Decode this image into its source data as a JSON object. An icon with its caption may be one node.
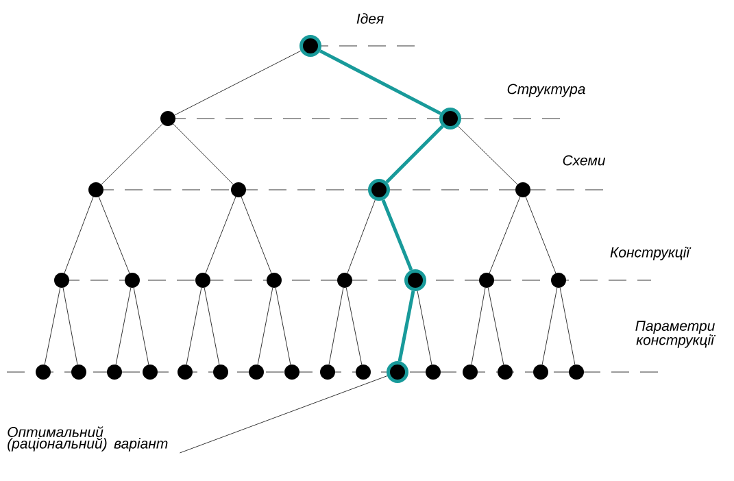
{
  "diagram": {
    "nodes": [
      {
        "text": [],
        "shape": "circle"
      },
      {
        "text": [],
        "shape": "circle"
      },
      {
        "text": [],
        "shape": "circle"
      },
      {
        "text": [],
        "shape": "circle"
      },
      {
        "text": [],
        "shape": "circle"
      },
      {
        "text": [],
        "shape": "circle"
      },
      {
        "text": [],
        "shape": "circle"
      },
      {
        "text": [],
        "shape": "circle"
      },
      {
        "text": [],
        "shape": "circle"
      },
      {
        "text": [],
        "shape": "circle"
      },
      {
        "text": [],
        "shape": "circle"
      },
      {
        "text": [],
        "shape": "circle"
      },
      {
        "text": [],
        "shape": "circle"
      },
      {
        "text": [],
        "shape": "circle"
      },
      {
        "text": [],
        "shape": "circle"
      },
      {
        "text": [],
        "shape": "circle"
      },
      {
        "text": [],
        "shape": "circle"
      },
      {
        "text": [],
        "shape": "circle"
      },
      {
        "text": [],
        "shape": "circle"
      },
      {
        "text": [],
        "shape": "circle"
      },
      {
        "text": [],
        "shape": "circle"
      },
      {
        "text": [],
        "shape": "circle"
      },
      {
        "text": [],
        "shape": "circle"
      },
      {
        "text": [],
        "shape": "circle"
      },
      {
        "text": [],
        "shape": "circle"
      },
      {
        "text": [],
        "shape": "circle"
      },
      {
        "text": [],
        "shape": "circle"
      },
      {
        "text": [],
        "shape": "circle"
      },
      {
        "text": [],
        "shape": "circle"
      },
      {
        "text": [],
        "shape": "circle"
      },
      {
        "text": [],
        "shape": "circle"
      },
      {
        "text": [
          "Оптимальний (раціональний) варіант"
        ]
      }
    ],
    "edges": [
      {
        "from": 0,
        "to": 1,
        "arrow": "none"
      },
      {
        "from": 0,
        "to": 2,
        "arrow": "none",
        "style": "thick",
        "color": "#189a9a"
      },
      {
        "from": 1,
        "to": 3,
        "arrow": "none"
      },
      {
        "from": 1,
        "to": 4,
        "arrow": "none"
      },
      {
        "from": 2,
        "to": 5,
        "arrow": "none",
        "style": "thick",
        "color": "#189a9a"
      },
      {
        "from": 2,
        "to": 6,
        "arrow": "none"
      },
      {
        "from": 3,
        "to": 7,
        "arrow": "none"
      },
      {
        "from": 3,
        "to": 8,
        "arrow": "none"
      },
      {
        "from": 4,
        "to": 9,
        "arrow": "none"
      },
      {
        "from": 4,
        "to": 10,
        "arrow": "none"
      },
      {
        "from": 5,
        "to": 11,
        "arrow": "none"
      },
      {
        "from": 5,
        "to": 12,
        "arrow": "none",
        "style": "thick",
        "color": "#189a9a"
      },
      {
        "from": 6,
        "to": 13,
        "arrow": "none"
      },
      {
        "from": 6,
        "to": 14,
        "arrow": "none"
      },
      {
        "from": 7,
        "to": 15,
        "arrow": "none"
      },
      {
        "from": 7,
        "to": 16,
        "arrow": "none"
      },
      {
        "from": 8,
        "to": 17,
        "arrow": "none"
      },
      {
        "from": 8,
        "to": 18,
        "arrow": "none"
      },
      {
        "from": 9,
        "to": 19,
        "arrow": "none"
      },
      {
        "from": 9,
        "to": 20,
        "arrow": "none"
      },
      {
        "from": 10,
        "to": 21,
        "arrow": "none"
      },
      {
        "from": 10,
        "to": 22,
        "arrow": "none"
      },
      {
        "from": 11,
        "to": 23,
        "arrow": "none"
      },
      {
        "from": 11,
        "to": 24,
        "arrow": "none"
      },
      {
        "from": 12,
        "to": 25,
        "arrow": "none",
        "style": "thick",
        "color": "#189a9a"
      },
      {
        "from": 12,
        "to": 26,
        "arrow": "none"
      },
      {
        "from": 13,
        "to": 27,
        "arrow": "none"
      },
      {
        "from": 13,
        "to": 28,
        "arrow": "none"
      },
      {
        "from": 14,
        "to": 29,
        "arrow": "none"
      },
      {
        "from": 14,
        "to": 30,
        "arrow": "none"
      },
      {
        "from": 31,
        "to": 25,
        "arrow": "none"
      }
    ],
    "labels": [
      "Ідея",
      "Структура",
      "Схеми",
      "Конструкції",
      "Параметри конструкції"
    ]
  }
}
